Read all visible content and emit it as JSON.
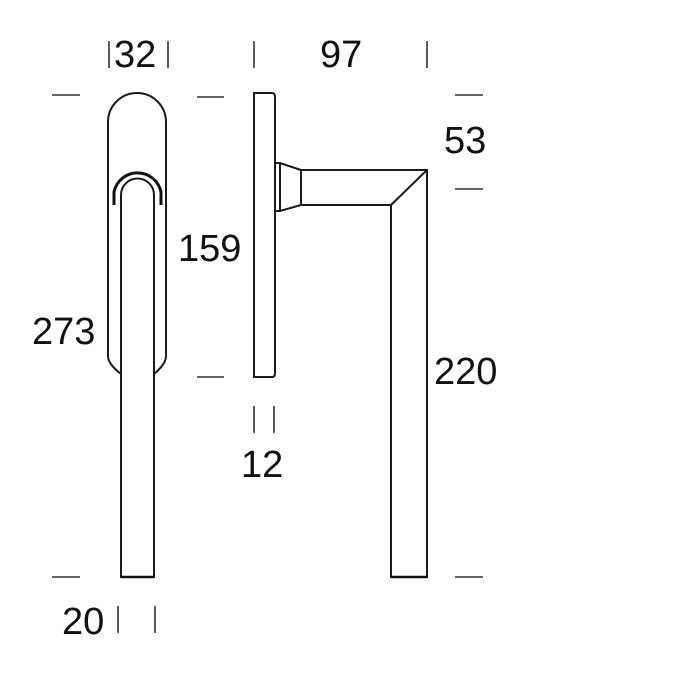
{
  "drawing": {
    "subject": "window handle dimension drawing",
    "views": [
      "front view",
      "side view"
    ],
    "line_color": "#1a1a1a",
    "background": "#ffffff"
  },
  "dimensions": {
    "front_width": "32",
    "front_height": "273",
    "lever_width": "20",
    "projection": "97",
    "plate_height": "159",
    "plate_thickness": "12",
    "arm_height": "53",
    "lever_length": "220"
  }
}
